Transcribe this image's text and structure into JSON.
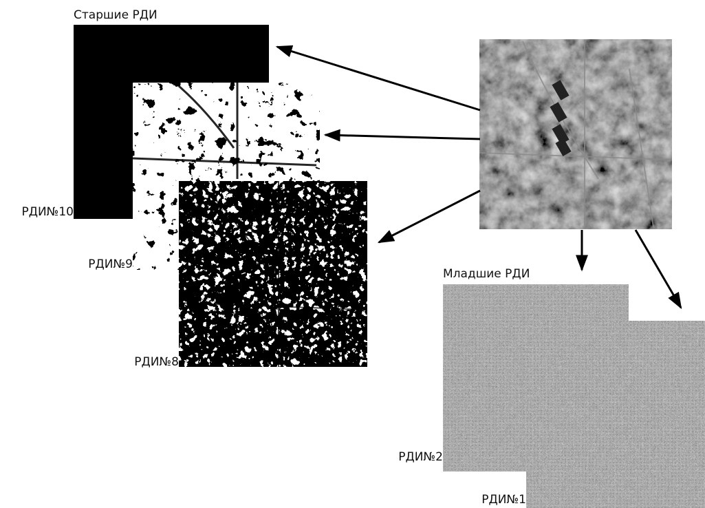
{
  "groups": {
    "high_title": "Старшие РДИ",
    "low_title": "Младшие РДИ"
  },
  "planes": {
    "p10": "РДИ№10",
    "p9": "РДИ№9",
    "p8": "РДИ№8",
    "p2": "РДИ№2",
    "p1": "РДИ№1"
  },
  "colors": {
    "arrow": "#000000",
    "text": "#111111"
  }
}
